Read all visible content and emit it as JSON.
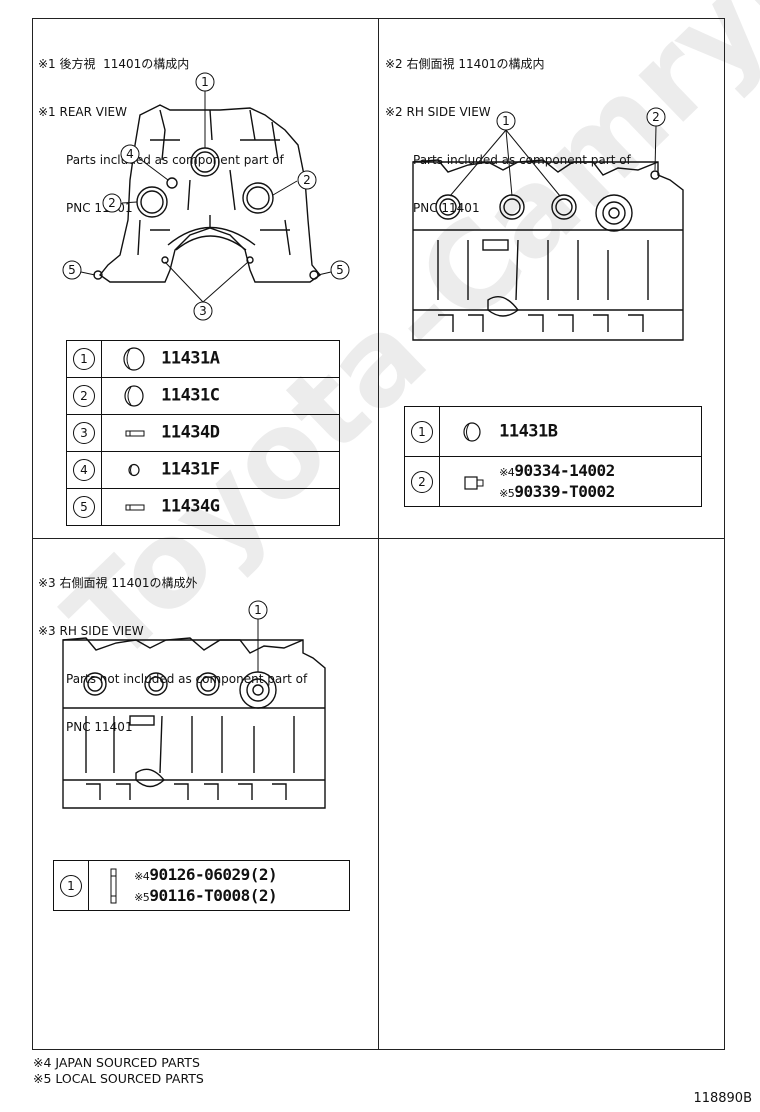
{
  "watermark": "Toyota-CamryII.ru",
  "doc_id": "118890B",
  "footnotes": [
    "※4 JAPAN SOURCED PARTS",
    "※5 LOCAL SOURCED PARTS"
  ],
  "panels": {
    "rear": {
      "title_jp": "※1 後方視  11401の構成内",
      "title_en": "※1 REAR VIEW",
      "note_line1": "Parts included as component part of",
      "note_line2": "PNC 11401",
      "callouts": [
        "1",
        "2",
        "2",
        "3",
        "4",
        "5",
        "5"
      ],
      "parts": [
        {
          "num": "1",
          "icon": "cap-large-icon",
          "pn": "11431A"
        },
        {
          "num": "2",
          "icon": "cap-large-icon",
          "pn": "11431C"
        },
        {
          "num": "3",
          "icon": "pin-icon",
          "pn": "11434D"
        },
        {
          "num": "4",
          "icon": "cap-small-icon",
          "pn": "11431F"
        },
        {
          "num": "5",
          "icon": "pin-icon",
          "pn": "11434G"
        }
      ]
    },
    "rh_in": {
      "title_jp": "※2 右側面視 11401の構成内",
      "title_en": "※2 RH SIDE VIEW",
      "note_line1": "Parts included as component part of",
      "note_line2": "PNC 11401",
      "callouts": [
        "1",
        "2"
      ],
      "parts": [
        {
          "num": "1",
          "icon": "cap-icon",
          "pn": "11431B"
        },
        {
          "num": "2",
          "icon": "plug-icon",
          "mark_a": "※4",
          "pn_a": "90334-14002",
          "mark_b": "※5",
          "pn_b": "90339-T0002"
        }
      ]
    },
    "rh_out": {
      "title_jp": "※3 右側面視 11401の構成外",
      "title_en": "※3 RH SIDE VIEW",
      "note_line1": "Parts not included as component part of",
      "note_line2": "PNC 11401",
      "callouts": [
        "1"
      ],
      "parts": [
        {
          "num": "1",
          "icon": "stud-bolt-icon",
          "mark_a": "※4",
          "pn_a": "90126-06029(2)",
          "mark_b": "※5",
          "pn_b": "90116-T0008(2)"
        }
      ]
    }
  }
}
